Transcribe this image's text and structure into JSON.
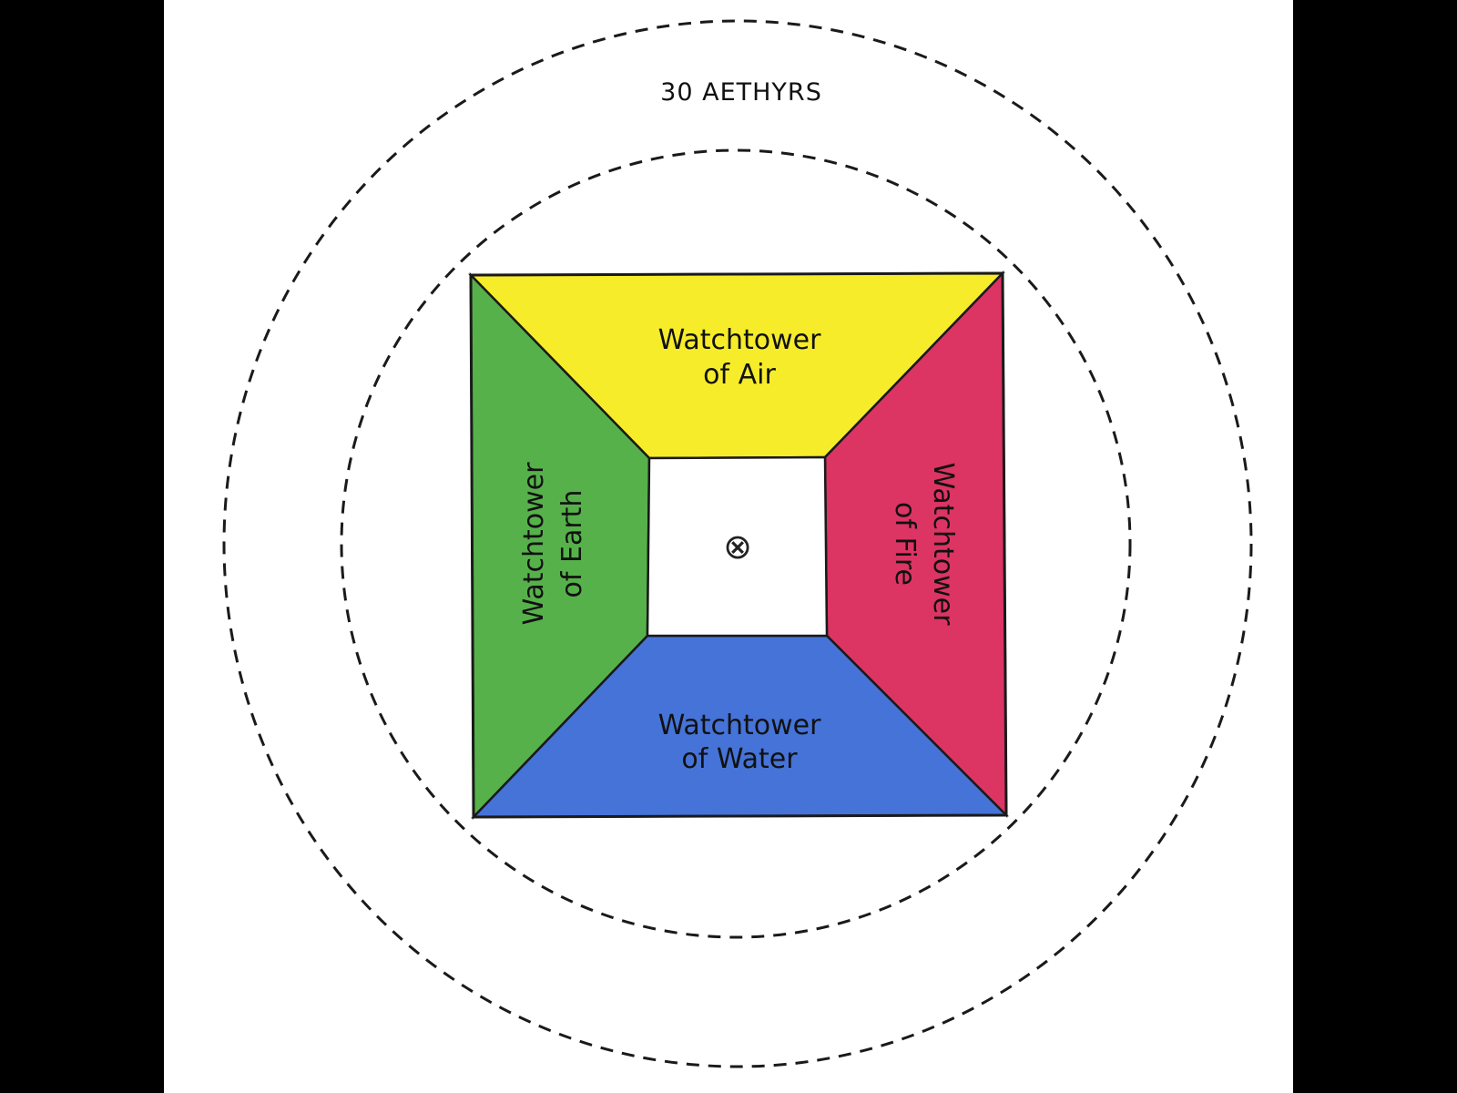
{
  "diagram": {
    "outer_ring_label": "30 AETHYRS",
    "center_symbol": "⊗",
    "watchtowers": {
      "air": {
        "line1": "Watchtower",
        "line2": "of Air",
        "color": "#F6EC2A"
      },
      "earth": {
        "line1": "Watchtower",
        "line2": "of Earth",
        "color": "#56B14A"
      },
      "fire": {
        "line1": "Watchtower",
        "line2": "of Fire",
        "color": "#DC3463"
      },
      "water": {
        "line1": "Watchtower",
        "line2": "of Water",
        "color": "#4573D8"
      }
    },
    "colors": {
      "background": "#000000",
      "panel": "#ffffff",
      "outline": "#1a1a1a",
      "dashed_ring": "#1a1a1a"
    }
  }
}
